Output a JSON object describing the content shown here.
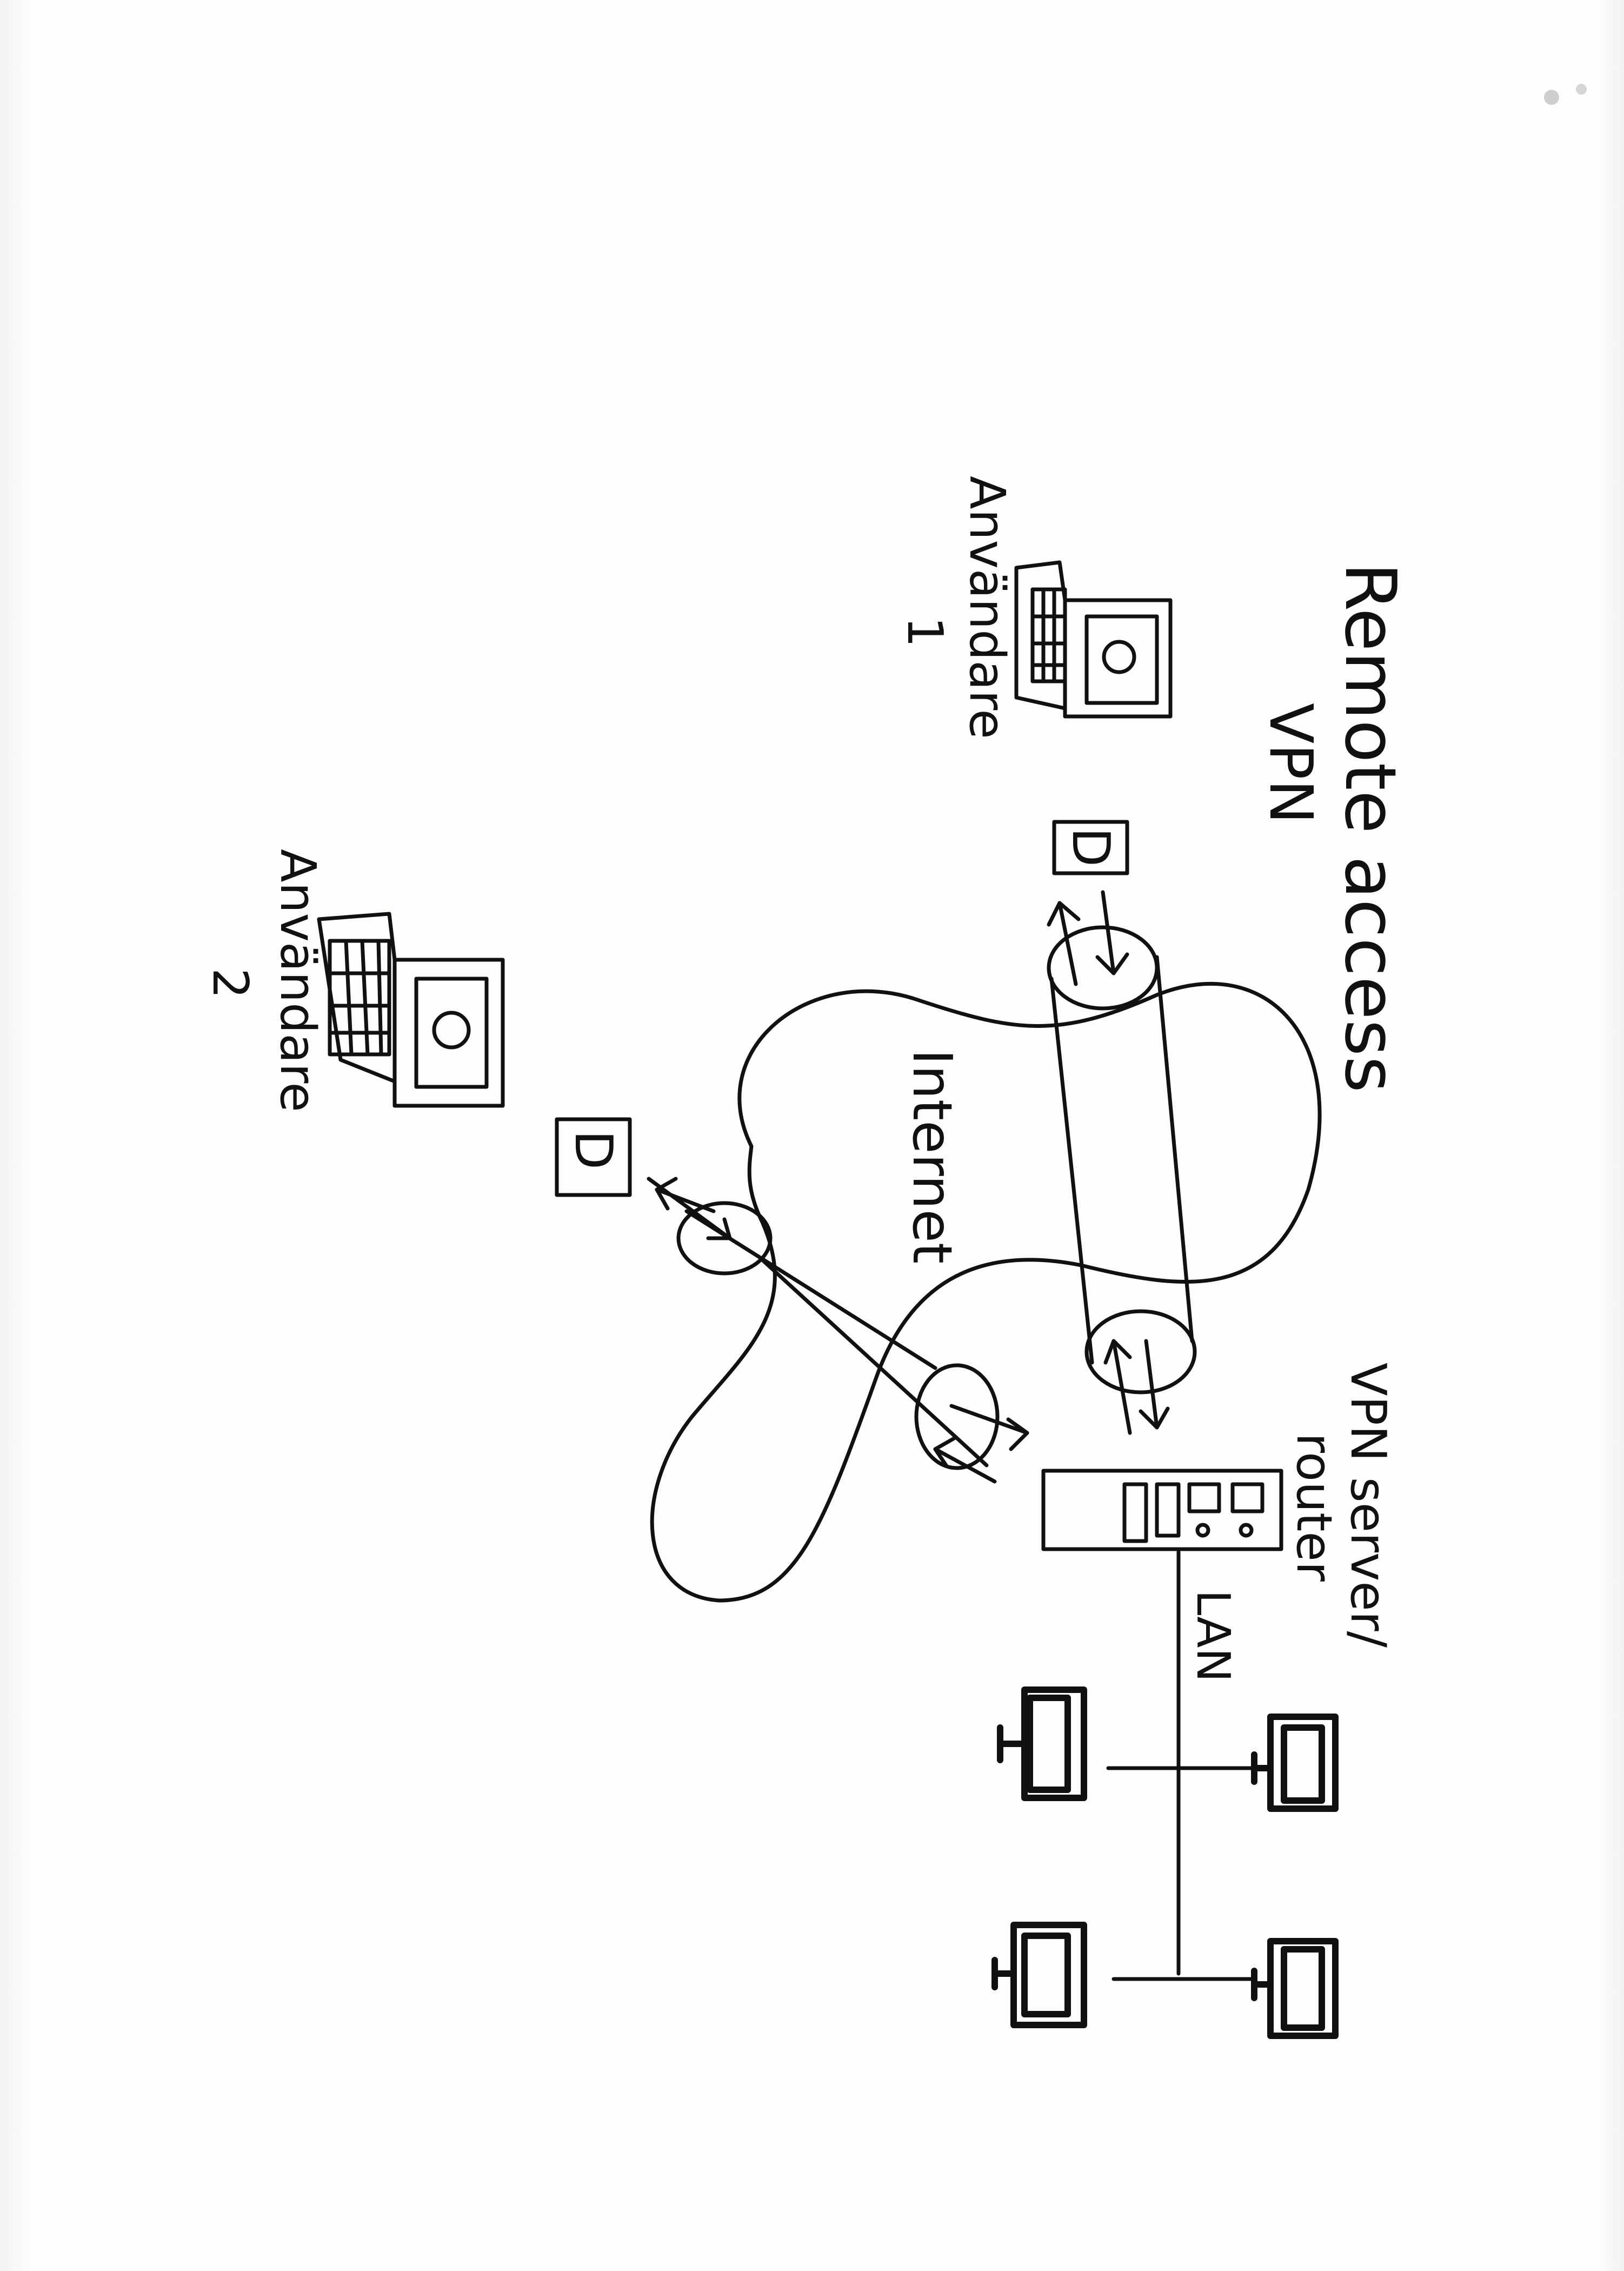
{
  "title": {
    "line1": "Remote access",
    "line2": "VPN"
  },
  "nodes": {
    "user1": {
      "label": "Användare",
      "number": "1"
    },
    "user2": {
      "label": "Användare",
      "number": "2"
    },
    "internet": {
      "label": "Internet"
    },
    "vpn_server": {
      "label_line1": "VPN server/",
      "label_line2": "router"
    },
    "lan": {
      "label": "LAN"
    },
    "vpn_client_1": {
      "label": "D"
    },
    "vpn_client_2": {
      "label": "D"
    }
  },
  "lan_computers_count": 4,
  "tunnels_count": 2,
  "colors": {
    "ink": "#111111",
    "paper": "#fbfbfa"
  },
  "orientation": "rotated 90° clockwise (landscape drawing on portrait sheet)"
}
